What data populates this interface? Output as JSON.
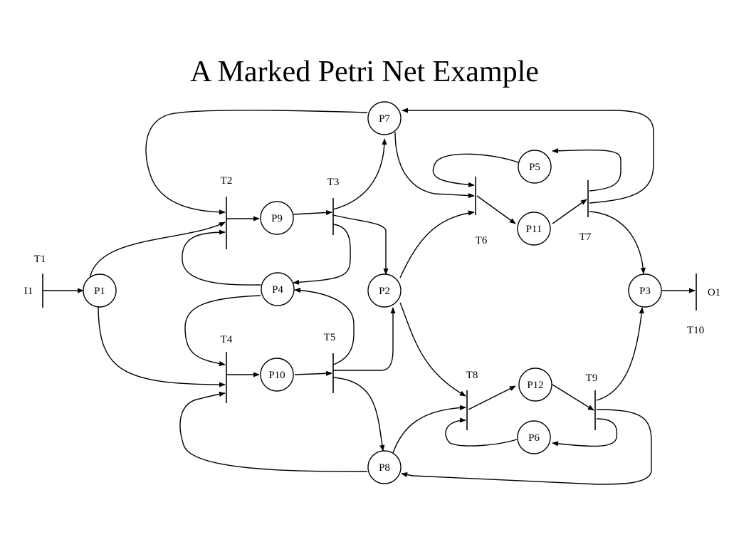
{
  "title": "A Marked Petri Net Example",
  "places": {
    "P1": "P1",
    "P2": "P2",
    "P3": "P3",
    "P4": "P4",
    "P5": "P5",
    "P6": "P6",
    "P7": "P7",
    "P8": "P8",
    "P9": "P9",
    "P10": "P10",
    "P11": "P11",
    "P12": "P12"
  },
  "transitions": {
    "T1": "T1",
    "T2": "T2",
    "T3": "T3",
    "T4": "T4",
    "T5": "T5",
    "T6": "T6",
    "T7": "T7",
    "T8": "T8",
    "T9": "T9",
    "T10": "T10"
  },
  "terminals": {
    "input": "I1",
    "output": "O1"
  },
  "colors": {
    "stroke": "#000000",
    "background": "#ffffff"
  }
}
